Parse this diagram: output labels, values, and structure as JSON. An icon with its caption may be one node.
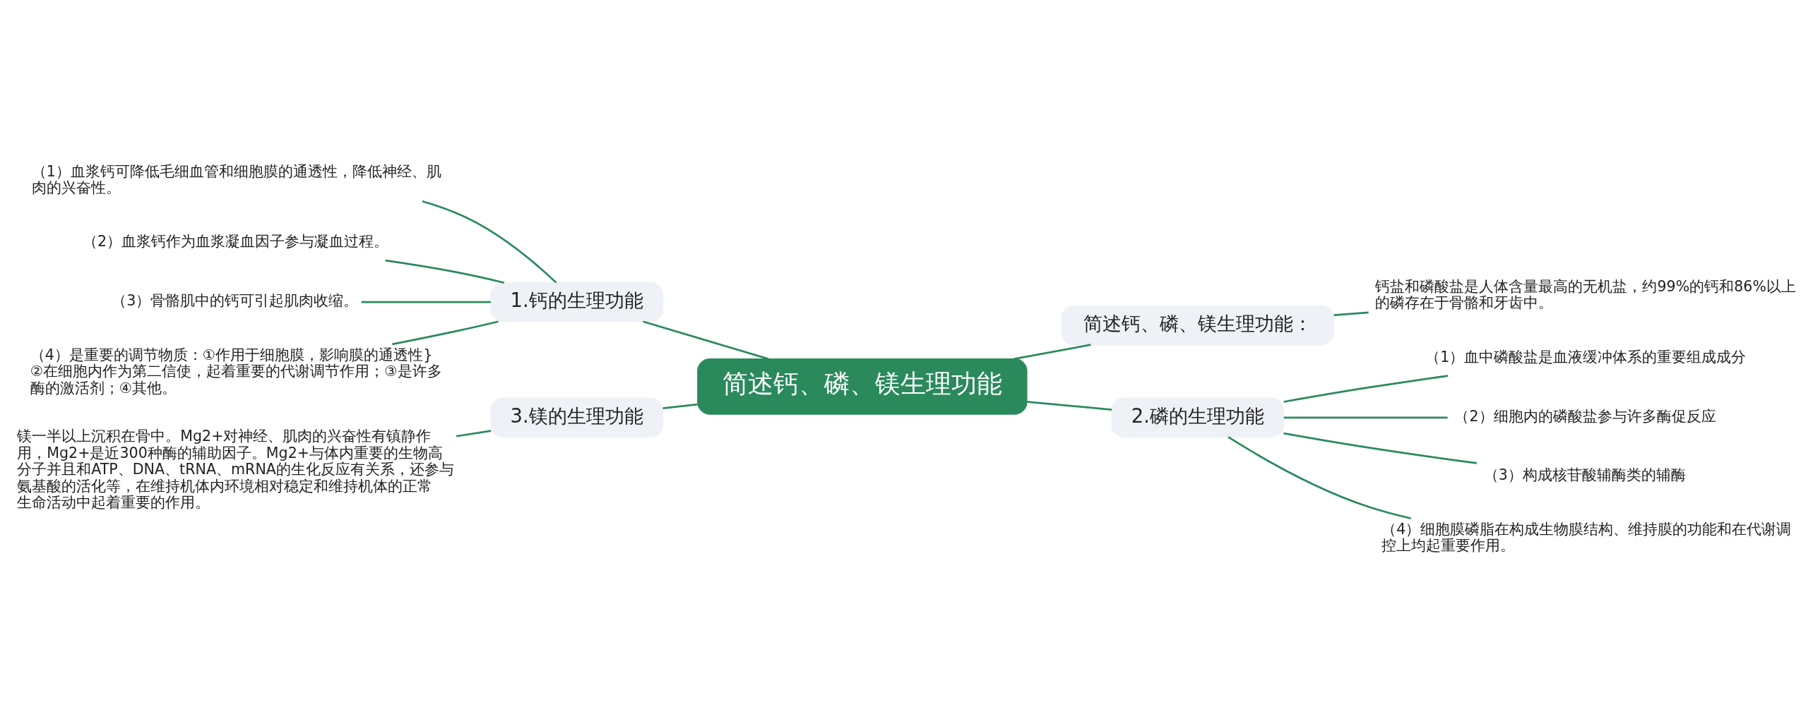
{
  "diagram": {
    "nodes": [
      {
        "text": [
          "简述钙、磷、镁生理功能"
        ]
      },
      {
        "text": [
          "1.钙的生理功能"
        ]
      },
      {
        "text": [
          "（1）血浆钙可降低毛细血管和细胞膜的通透性，降低神经、肌肉的兴奋性。"
        ]
      },
      {
        "text": [
          "（2）血浆钙作为血浆凝血因子参与凝血过程。"
        ]
      },
      {
        "text": [
          "（3）骨骼肌中的钙可引起肌肉收缩。"
        ]
      },
      {
        "text": [
          "（4）是重要的调节物质：①作用于细胞膜，影响膜的通透性}②在细胞内作为第二信使，起着重要的代谢调节作用；③是许多酶的激活剂；④其他。"
        ]
      },
      {
        "text": [
          "3.镁的生理功能"
        ]
      },
      {
        "text": [
          "镁一半以上沉积在骨中。Mg2+对神经、肌肉的兴奋性有镇静作用，Mg2+是近300种酶的辅助因子。Mg2+与体内重要的生物高分子并且和ATP、DNA、tRNA、mRNA的生化反应有关系，还参与氨基酸的活化等，在维持机体内环境相对稳定和维持机体的正常生命活动中起着重要的作用。"
        ]
      },
      {
        "text": [
          "简述钙、磷、镁生理功能："
        ]
      },
      {
        "text": [
          "钙盐和磷酸盐是人体含量最高的无机盐，约99%的钙和86%以上的磷存在于骨骼和牙齿中。"
        ]
      },
      {
        "text": [
          "2.磷的生理功能"
        ]
      },
      {
        "text": [
          "（1）血中磷酸盐是血液缓冲体系的重要组成成分"
        ]
      },
      {
        "text": [
          "（2）细胞内的磷酸盐参与许多酶促反应"
        ]
      },
      {
        "text": [
          "（3）构成核苷酸辅酶类的辅酶"
        ]
      },
      {
        "text": [
          "（4）细胞膜磷脂在构成生物膜结构、维持膜的功能和在代谢调控上均起重要作用。"
        ]
      }
    ],
    "edges": [
      {
        "from": 0,
        "to": 1,
        "arrow": "none"
      },
      {
        "from": 1,
        "to": 2,
        "arrow": "none"
      },
      {
        "from": 1,
        "to": 3,
        "arrow": "none"
      },
      {
        "from": 1,
        "to": 4,
        "arrow": "none"
      },
      {
        "from": 1,
        "to": 5,
        "arrow": "none"
      },
      {
        "from": 0,
        "to": 6,
        "arrow": "none"
      },
      {
        "from": 6,
        "to": 7,
        "arrow": "none"
      },
      {
        "from": 0,
        "to": 8,
        "arrow": "none"
      },
      {
        "from": 8,
        "to": 9,
        "arrow": "none"
      },
      {
        "from": 0,
        "to": 10,
        "arrow": "none"
      },
      {
        "from": 10,
        "to": 11,
        "arrow": "none"
      },
      {
        "from": 10,
        "to": 12,
        "arrow": "none"
      },
      {
        "from": 10,
        "to": 13,
        "arrow": "none"
      },
      {
        "from": 10,
        "to": 14,
        "arrow": "none"
      }
    ]
  }
}
